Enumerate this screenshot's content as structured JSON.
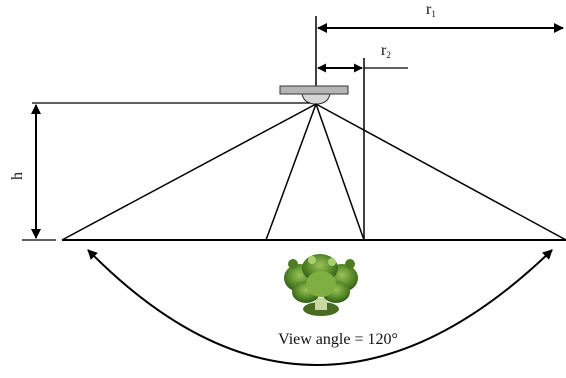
{
  "diagram": {
    "labels": {
      "r1": {
        "base": "r",
        "sub": "1"
      },
      "r2": {
        "base": "r",
        "sub": "2"
      },
      "h": "h"
    },
    "caption": "View angle = 120°"
  }
}
